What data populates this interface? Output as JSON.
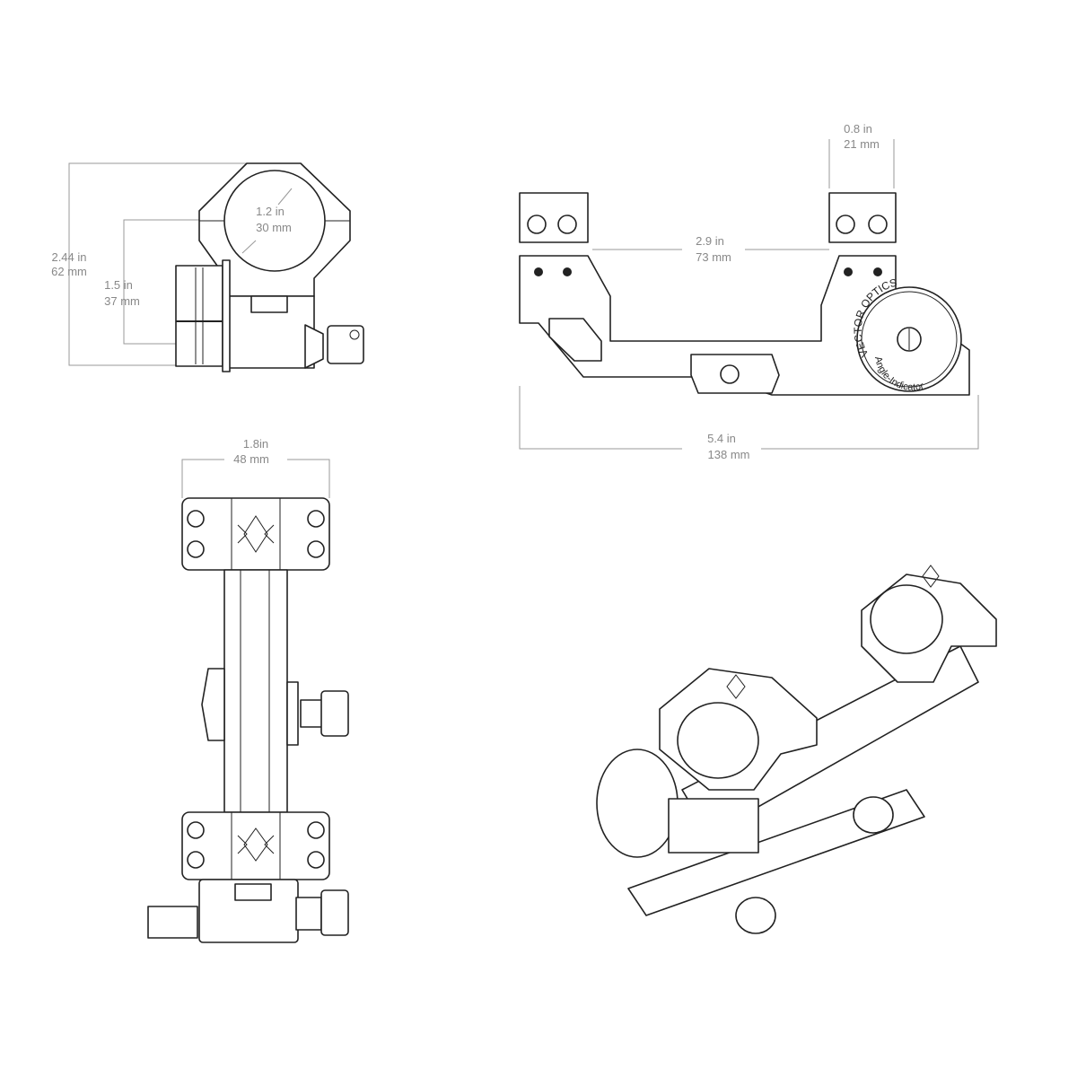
{
  "front_view": {
    "height_total": {
      "in": "2.44 in",
      "mm": "62 mm"
    },
    "center_height": {
      "in": "1.5 in",
      "mm": "37 mm"
    },
    "ring_diameter": {
      "in": "1.2 in",
      "mm": "30 mm"
    }
  },
  "side_view": {
    "ring_width": {
      "in": "0.8 in",
      "mm": "21 mm"
    },
    "ring_spacing": {
      "in": "2.9 in",
      "mm": "73 mm"
    },
    "total_length": {
      "in": "5.4 in",
      "mm": "138 mm"
    },
    "indicator_brand": "VECTOR OPTICS",
    "indicator_label": "Angle-Indicator"
  },
  "top_view": {
    "width": {
      "in": "1.8in",
      "mm": "48 mm"
    }
  },
  "colors": {
    "line": "#222222",
    "dimension": "#888888"
  }
}
